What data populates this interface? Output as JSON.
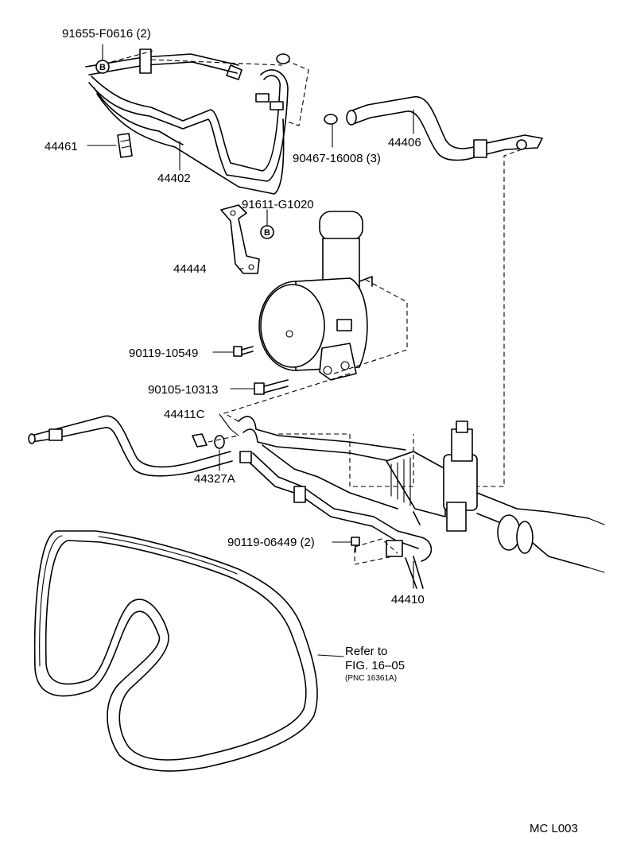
{
  "labels": {
    "p91655": "91655-F0616 (2)",
    "p44461": "44461",
    "p44402": "44402",
    "p90467": "90467-16008 (3)",
    "p44406": "44406",
    "p91611": "91611-G1020",
    "p44444": "44444",
    "p90119a": "90119-10549",
    "p90105": "90105-10313",
    "p44411C": "44411C",
    "p44327A": "44327A",
    "p90119b": "90119-06449 (2)",
    "p44410": "44410",
    "refer_line1": "Refer to",
    "refer_line2": "FIG. 16–05",
    "refer_line3": "(PNC 16361A)",
    "fig_code": "MC L003",
    "badge": "B"
  }
}
